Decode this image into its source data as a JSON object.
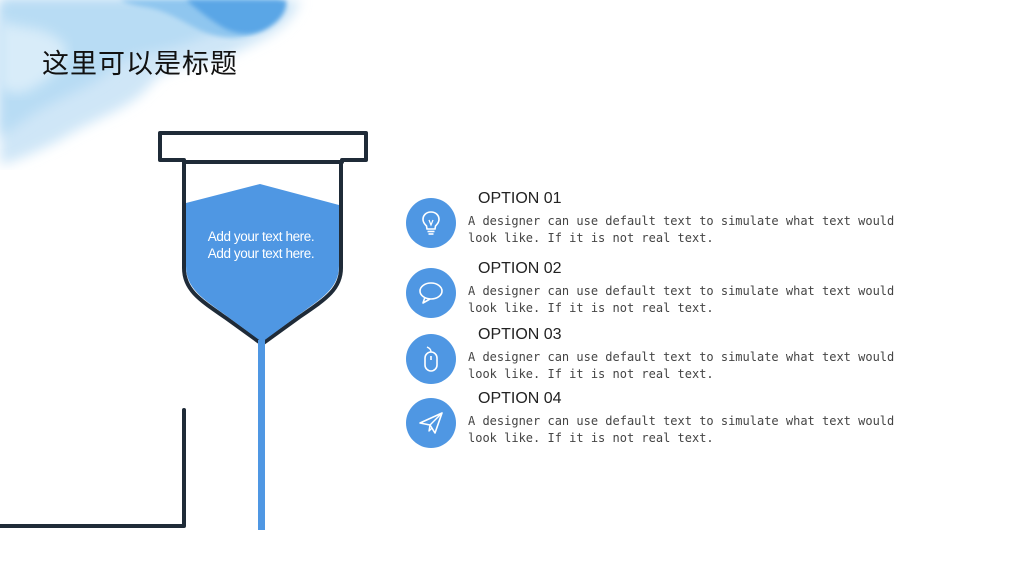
{
  "slide": {
    "title": "这里可以是标题",
    "accent_color": "#4f97e3",
    "outline_color": "#1f2b38"
  },
  "hourglass": {
    "lines": [
      "Add your text here.",
      "Add your text here."
    ]
  },
  "options": [
    {
      "title": "OPTION 01",
      "text": "A designer can use default text to simulate what text would look like. If it is not real text.",
      "icon": "lightbulb-icon"
    },
    {
      "title": "OPTION 02",
      "text": "A designer can use default text to simulate what text would look like. If it is not real text.",
      "icon": "speech-bubble-icon"
    },
    {
      "title": "OPTION 03",
      "text": "A designer can use default text to simulate what text would look like. If it is not real text.",
      "icon": "mouse-icon"
    },
    {
      "title": "OPTION 04",
      "text": "A designer can use default text to simulate what text would look like. If it is not real text.",
      "icon": "paper-plane-icon"
    }
  ]
}
